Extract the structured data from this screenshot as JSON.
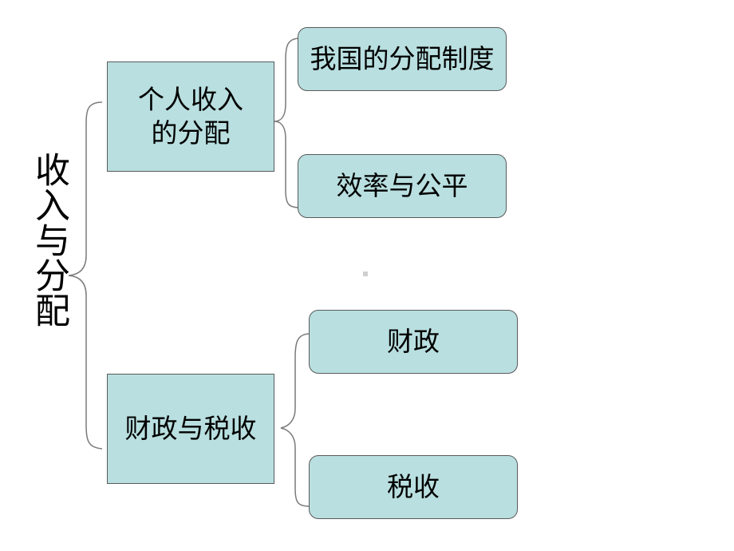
{
  "root": {
    "label": "收入与分配"
  },
  "branch1": {
    "label_line1": "个人收入",
    "label_line2": "的分配",
    "children": [
      "我国的分配制度",
      "效率与公平"
    ]
  },
  "branch2": {
    "label": "财政与税收",
    "children": [
      "财政",
      "税收"
    ]
  },
  "colors": {
    "box_fill": "#b9dfe0",
    "box_border": "#5a5a5a",
    "bracket": "#7a7a7a"
  }
}
